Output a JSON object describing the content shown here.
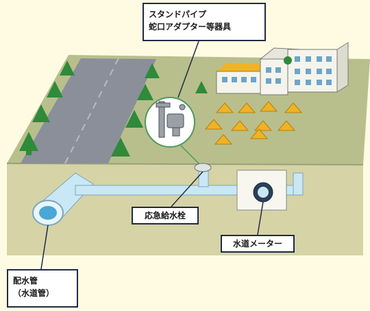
{
  "labels": {
    "standpipe": {
      "line1": "スタンドパイプ",
      "line2": "蛇口アダプター等器具"
    },
    "hydrant": "応急給水栓",
    "meter": "水道メーター",
    "main": {
      "line1": "配水管",
      "line2": "（水道管）"
    }
  },
  "colors": {
    "background": "#fffbe3",
    "ground_top": "#b8bf8c",
    "soil": "#d6d3a6",
    "road": "#8a8f9a",
    "pipe": "#c9e7f5",
    "tree": "#2f8a3a",
    "tent": "#f0b323",
    "label_border": "#1f2a44"
  }
}
